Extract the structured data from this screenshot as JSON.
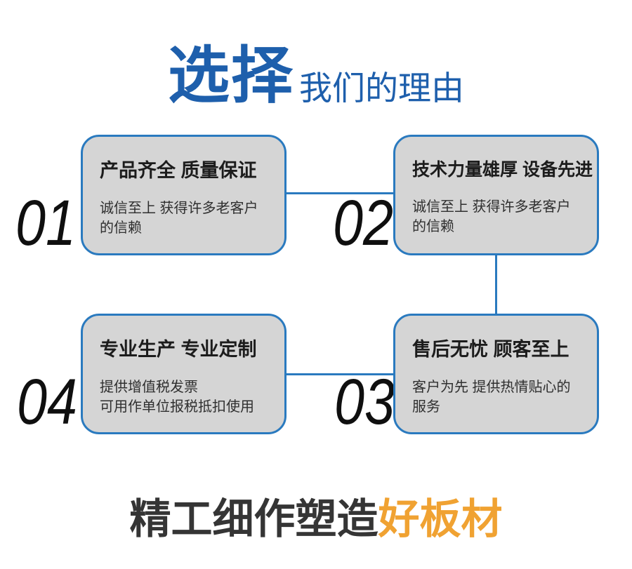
{
  "page": {
    "background": "#FFFFFF"
  },
  "header": {
    "title_main": "选择",
    "title_sub": "我们的理由",
    "title_color": "#1E5FAC"
  },
  "cards": [
    {
      "number": "01",
      "title": "产品齐全 质量保证",
      "desc": "诚信至上 获得许多老客户\n的信赖"
    },
    {
      "number": "02",
      "title": "技术力量雄厚 设备先进",
      "desc": "诚信至上 获得许多老客户\n的信赖"
    },
    {
      "number": "03",
      "title": "售后无忧 顾客至上",
      "desc": "客户为先 提供热情贴心的\n服务"
    },
    {
      "number": "04",
      "title": "专业生产 专业定制",
      "desc": "提供增值税发票\n可用作单位报税抵扣使用"
    }
  ],
  "footer": {
    "text_dark": "精工细作塑造",
    "text_accent": "好板材"
  },
  "colors": {
    "title_blue": "#1E5FAC",
    "card_fill": "#D5D5D5",
    "card_border": "#2A7ABF",
    "connector": "#2A7ABF",
    "number_black": "#0F0F0F",
    "slogan_dark": "#353535",
    "slogan_accent_orange": "#F0A232"
  }
}
